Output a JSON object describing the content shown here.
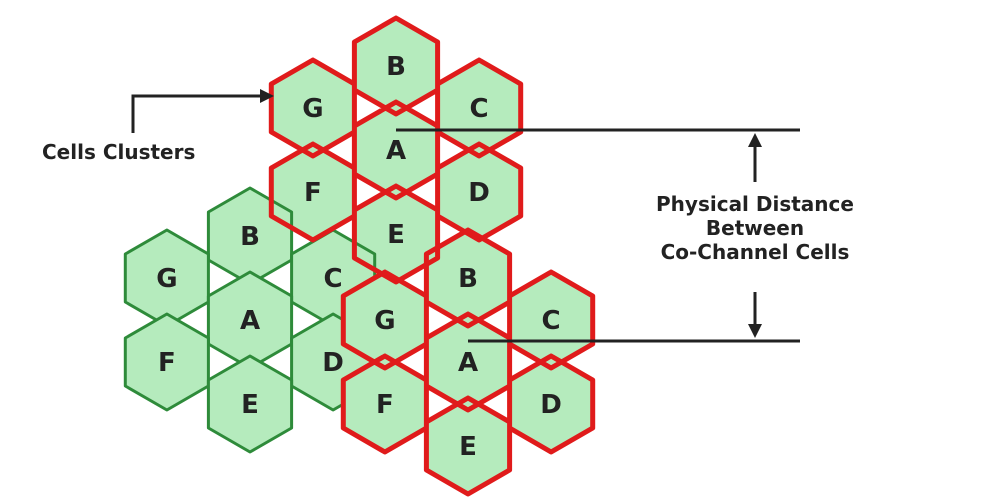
{
  "colors": {
    "cell_fill": "#b5ebbd",
    "cell_border": "#2e8b3a",
    "cluster_border": "#e01b1b",
    "text": "#222222",
    "background": "#ffffff"
  },
  "labels": {
    "clusters_label": "Cells Clusters",
    "distance_label_line1": "Physical Distance",
    "distance_label_line2": "Between",
    "distance_label_line3": "Co-Channel Cells"
  },
  "clusters": [
    {
      "name": "top",
      "highlighted": true,
      "cells": [
        "B",
        "G",
        "C",
        "A",
        "F",
        "D",
        "E"
      ]
    },
    {
      "name": "left",
      "highlighted": false,
      "cells": [
        "B",
        "G",
        "C",
        "A",
        "F",
        "D",
        "E"
      ]
    },
    {
      "name": "right",
      "highlighted": true,
      "cells": [
        "B",
        "G",
        "C",
        "A",
        "F",
        "D",
        "E"
      ]
    }
  ]
}
